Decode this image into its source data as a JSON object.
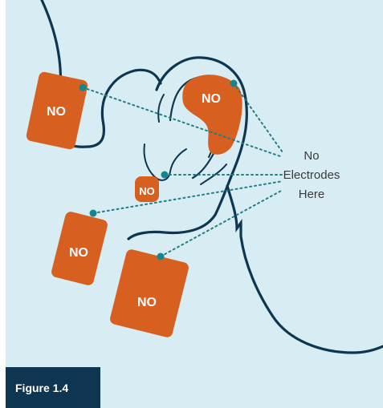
{
  "pads": [
    {
      "label": "NO"
    },
    {
      "label": "NO"
    },
    {
      "label": "NO"
    },
    {
      "label": "NO"
    },
    {
      "label": "NO"
    }
  ],
  "callout": {
    "line1": "No",
    "line2": "Electrodes",
    "line3": "Here"
  },
  "figure": {
    "label": "Figure 1.4"
  },
  "colors": {
    "background": "#d8ecf3",
    "pad": "#d75f1f",
    "outline": "#0e3650",
    "dot": "#12878f",
    "leader": "#1e7f86"
  }
}
